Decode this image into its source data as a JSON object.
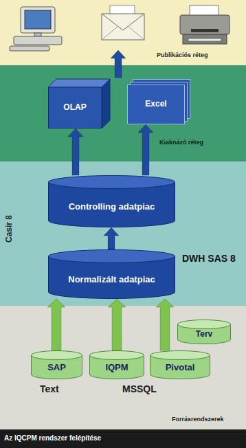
{
  "diagram": {
    "caption": "Az IQCPM rendszer felépítése",
    "nodes": [
      {
        "text": [
          "Publikációs réteg"
        ]
      },
      {
        "text": [
          "Kiaknázó réteg"
        ]
      },
      {
        "text": [
          "OLAP"
        ],
        "in": 1
      },
      {
        "text": [
          "Excel"
        ],
        "in": 1
      },
      {
        "text": [
          "Casir 8",
          "DWH SAS 8"
        ]
      },
      {
        "text": [
          "Controlling adatpiac"
        ],
        "in": 4
      },
      {
        "text": [
          "Normalizált adatpiac"
        ],
        "in": 4
      },
      {
        "text": [
          "Forrásrendszerek"
        ]
      },
      {
        "text": [
          "SAP"
        ],
        "in": 7
      },
      {
        "text": [
          "IQPM"
        ],
        "in": 7
      },
      {
        "text": [
          "Pivotal"
        ],
        "in": 7
      },
      {
        "text": [
          "Terv"
        ],
        "in": 7
      }
    ],
    "edges": [
      {
        "from": 1,
        "to": 0,
        "arrow": "to"
      },
      {
        "from": 5,
        "to": 2,
        "arrow": "to"
      },
      {
        "from": 5,
        "to": 3,
        "arrow": "to"
      },
      {
        "from": 6,
        "to": 5,
        "arrow": "to"
      },
      {
        "from": 8,
        "to": 6,
        "arrow": "to"
      },
      {
        "from": 9,
        "to": 6,
        "arrow": "to"
      },
      {
        "from": 10,
        "to": 6,
        "arrow": "to"
      }
    ],
    "labels": [
      "Text",
      "MSSQL"
    ]
  }
}
